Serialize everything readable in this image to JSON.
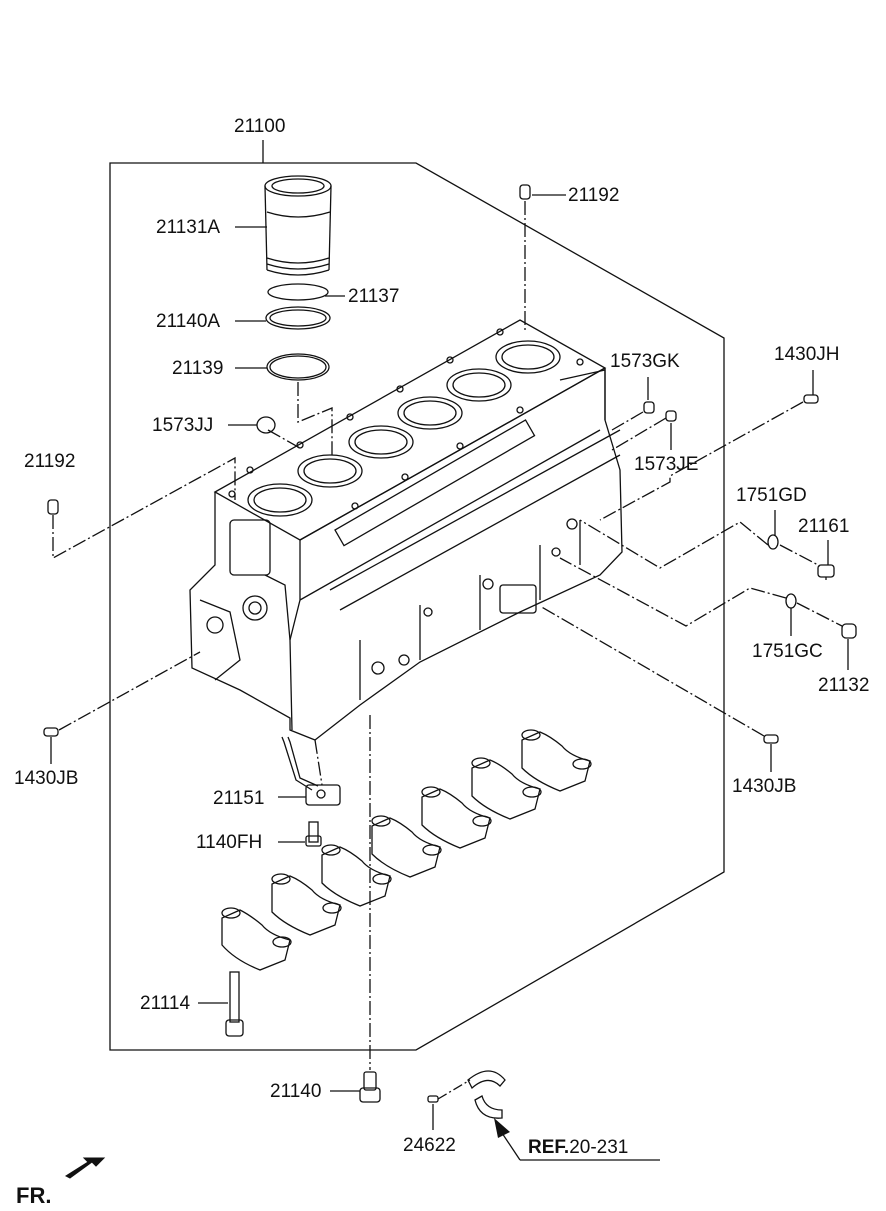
{
  "diagram": {
    "labels": {
      "p21100": "21100",
      "p21192_top": "21192",
      "p21131A": "21131A",
      "p21137": "21137",
      "p21140A": "21140A",
      "p21139": "21139",
      "p1573GK": "1573GK",
      "p1430JH": "1430JH",
      "p1573JJ": "1573JJ",
      "p1573JE": "1573JE",
      "p21192_left": "21192",
      "p1751GD": "1751GD",
      "p21161": "21161",
      "p1751GC": "1751GC",
      "p21132": "21132",
      "p1430JB_left": "1430JB",
      "p1430JB_right": "1430JB",
      "p21151": "21151",
      "p1140FH": "1140FH",
      "p21114": "21114",
      "p21140": "21140",
      "p24622": "24622"
    },
    "ref": {
      "prefix": "REF.",
      "number": "20-231"
    },
    "direction": "FR."
  }
}
